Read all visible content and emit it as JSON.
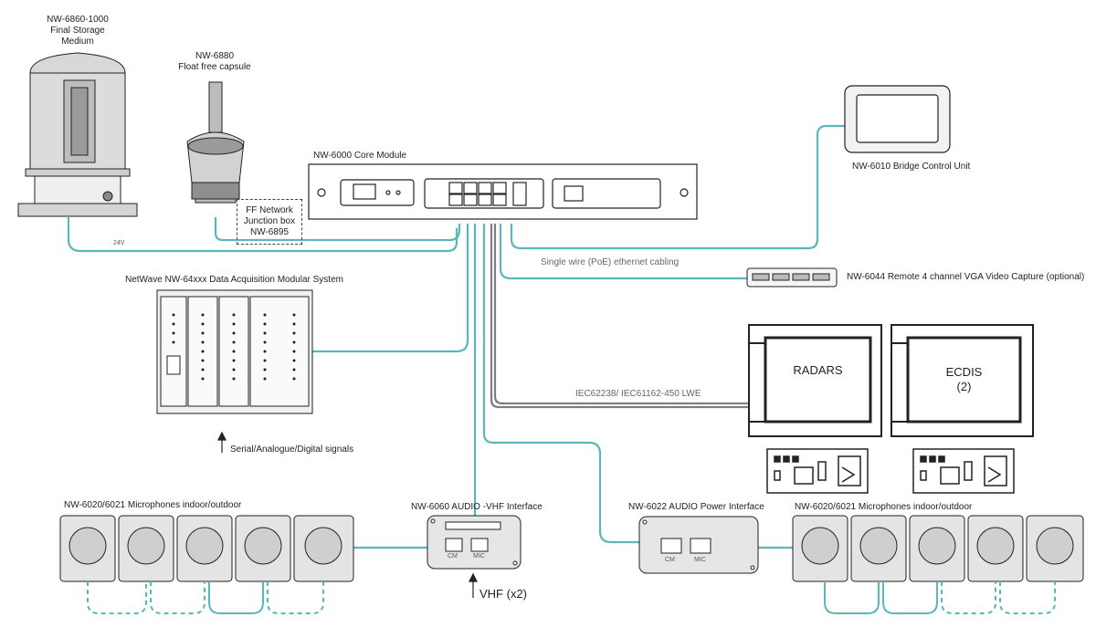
{
  "colors": {
    "teal": "#5ab8b8",
    "gray_wire": "#7f7f7f",
    "device": "#e6e6e6",
    "outline": "#222222"
  },
  "storage": {
    "model": "NW-6860-1000",
    "line1": "Final Storage",
    "line2": "Medium"
  },
  "capsule": {
    "model": "NW-6880",
    "name": "Float free capsule"
  },
  "junction": {
    "line1": "FF Network",
    "line2": "Junction box",
    "line3": "NW-6895"
  },
  "power_label": "24V",
  "core": {
    "label": "NW-6000 Core Module"
  },
  "bcu": {
    "label": "NW-6010   Bridge Control Unit"
  },
  "poe_label": "Single wire (PoE) ethernet cabling",
  "vga": {
    "label": "NW-6044 Remote 4 channel VGA Video Capture (optional)"
  },
  "daq": {
    "label": "NetWave NW-64xxx Data Acquisition Modular System",
    "signals": "Serial/Analogue/Digital signals"
  },
  "lwe_label": "IEC62238/ IEC61162-450 LWE",
  "radars": {
    "label": "RADARS"
  },
  "ecdis": {
    "label": "ECDIS",
    "count": "(2)"
  },
  "mics_left": {
    "label": "NW-6020/6021  Microphones indoor/outdoor"
  },
  "mics_right": {
    "label": "NW-6020/6021  Microphones indoor/outdoor"
  },
  "audio_vhf": {
    "label": "NW-6060 AUDIO -VHF Interface",
    "port1": "CM",
    "port2": "MIC",
    "vhf": "VHF (x2)"
  },
  "audio_power": {
    "label": "NW-6022 AUDIO Power Interface",
    "port1": "CM",
    "port2": "MIC"
  }
}
